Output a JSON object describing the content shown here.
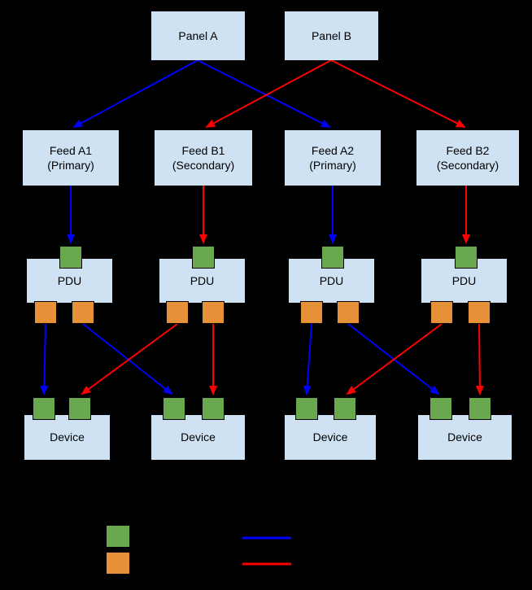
{
  "diagram": {
    "title": "",
    "panels": [
      {
        "label": "Panel A"
      },
      {
        "label": "Panel B"
      }
    ],
    "feeds": [
      {
        "line1": "Feed A1",
        "line2": "(Primary)"
      },
      {
        "line1": "Feed B1",
        "line2": "(Secondary)"
      },
      {
        "line1": "Feed A2",
        "line2": "(Primary)"
      },
      {
        "line1": "Feed B2",
        "line2": "(Secondary)"
      }
    ],
    "pdus": [
      {
        "label": "PDU"
      },
      {
        "label": "PDU"
      },
      {
        "label": "PDU"
      },
      {
        "label": "PDU"
      }
    ],
    "devices": [
      {
        "label": "Device"
      },
      {
        "label": "Device"
      },
      {
        "label": "Device"
      },
      {
        "label": "Device"
      }
    ],
    "connections": [
      {
        "from": "Panel A",
        "to": "Feed A1",
        "type": "primary"
      },
      {
        "from": "Panel A",
        "to": "Feed A2",
        "type": "primary"
      },
      {
        "from": "Panel B",
        "to": "Feed B1",
        "type": "secondary"
      },
      {
        "from": "Panel B",
        "to": "Feed B2",
        "type": "secondary"
      },
      {
        "from": "Feed A1",
        "to": "PDU 1 input",
        "type": "primary"
      },
      {
        "from": "Feed B1",
        "to": "PDU 2 input",
        "type": "secondary"
      },
      {
        "from": "Feed A2",
        "to": "PDU 3 input",
        "type": "primary"
      },
      {
        "from": "Feed B2",
        "to": "PDU 4 input",
        "type": "secondary"
      },
      {
        "from": "PDU 1 output L",
        "to": "Device 1 input L",
        "type": "primary"
      },
      {
        "from": "PDU 1 output R",
        "to": "Device 2 input L",
        "type": "primary"
      },
      {
        "from": "PDU 2 output L",
        "to": "Device 1 input R",
        "type": "secondary"
      },
      {
        "from": "PDU 2 output R",
        "to": "Device 2 input R",
        "type": "secondary"
      },
      {
        "from": "PDU 3 output L",
        "to": "Device 3 input L",
        "type": "primary"
      },
      {
        "from": "PDU 3 output R",
        "to": "Device 4 input L",
        "type": "primary"
      },
      {
        "from": "PDU 4 output L",
        "to": "Device 3 input R",
        "type": "secondary"
      },
      {
        "from": "PDU 4 output R",
        "to": "Device 4 input R",
        "type": "secondary"
      }
    ],
    "legend": {
      "swatches": [
        {
          "name": "green-square",
          "color": "#6aa84f"
        },
        {
          "name": "orange-square",
          "color": "#e69138"
        }
      ],
      "lines": [
        {
          "name": "blue-line",
          "color": "#0000ff"
        },
        {
          "name": "red-line",
          "color": "#ff0000"
        }
      ]
    },
    "colors": {
      "background": "#000000",
      "node_fill": "#cfe2f3",
      "input_port": "#6aa84f",
      "output_port": "#e69138",
      "primary_path": "#0000ff",
      "secondary_path": "#ff0000",
      "text": "#000000"
    }
  }
}
